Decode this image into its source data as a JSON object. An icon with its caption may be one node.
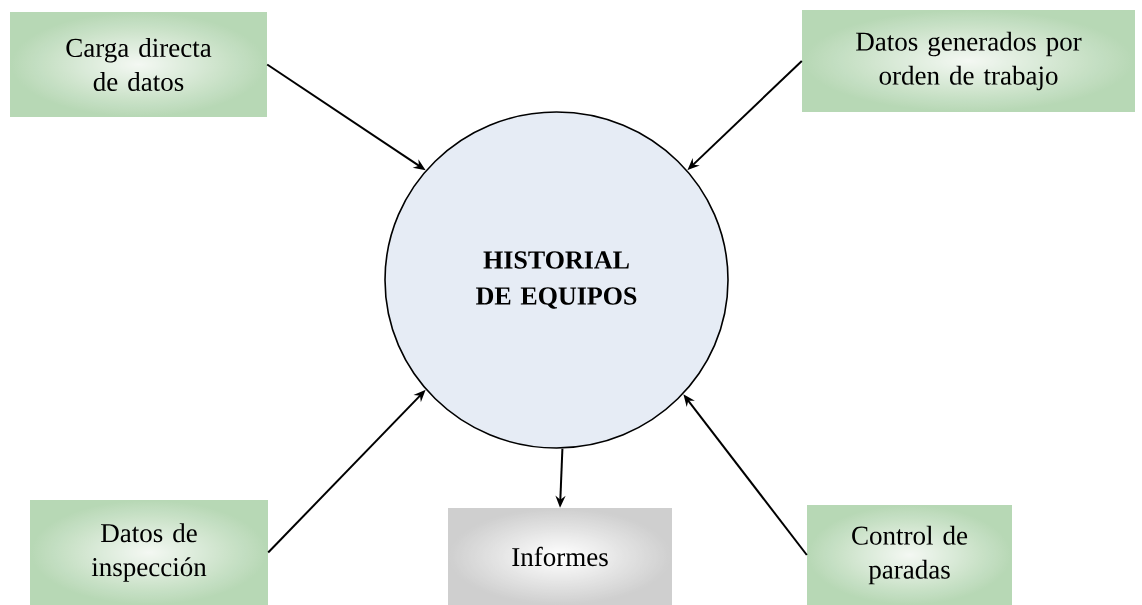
{
  "diagram": {
    "nodes": [
      {
        "text": [
          "Carga directa de datos"
        ]
      },
      {
        "text": [
          "Datos generados por orden de trabajo"
        ]
      },
      {
        "text": [
          "HISTORIAL DE EQUIPOS"
        ]
      },
      {
        "text": [
          "Datos de inspección"
        ]
      },
      {
        "text": [
          "Informes"
        ]
      },
      {
        "text": [
          "Control de paradas"
        ]
      }
    ],
    "edges": [
      {
        "from": 0,
        "to": 2,
        "arrow": "to"
      },
      {
        "from": 1,
        "to": 2,
        "arrow": "to"
      },
      {
        "from": 3,
        "to": 2,
        "arrow": "to"
      },
      {
        "from": 5,
        "to": 2,
        "arrow": "to"
      },
      {
        "from": 2,
        "to": 4,
        "arrow": "to"
      }
    ]
  }
}
